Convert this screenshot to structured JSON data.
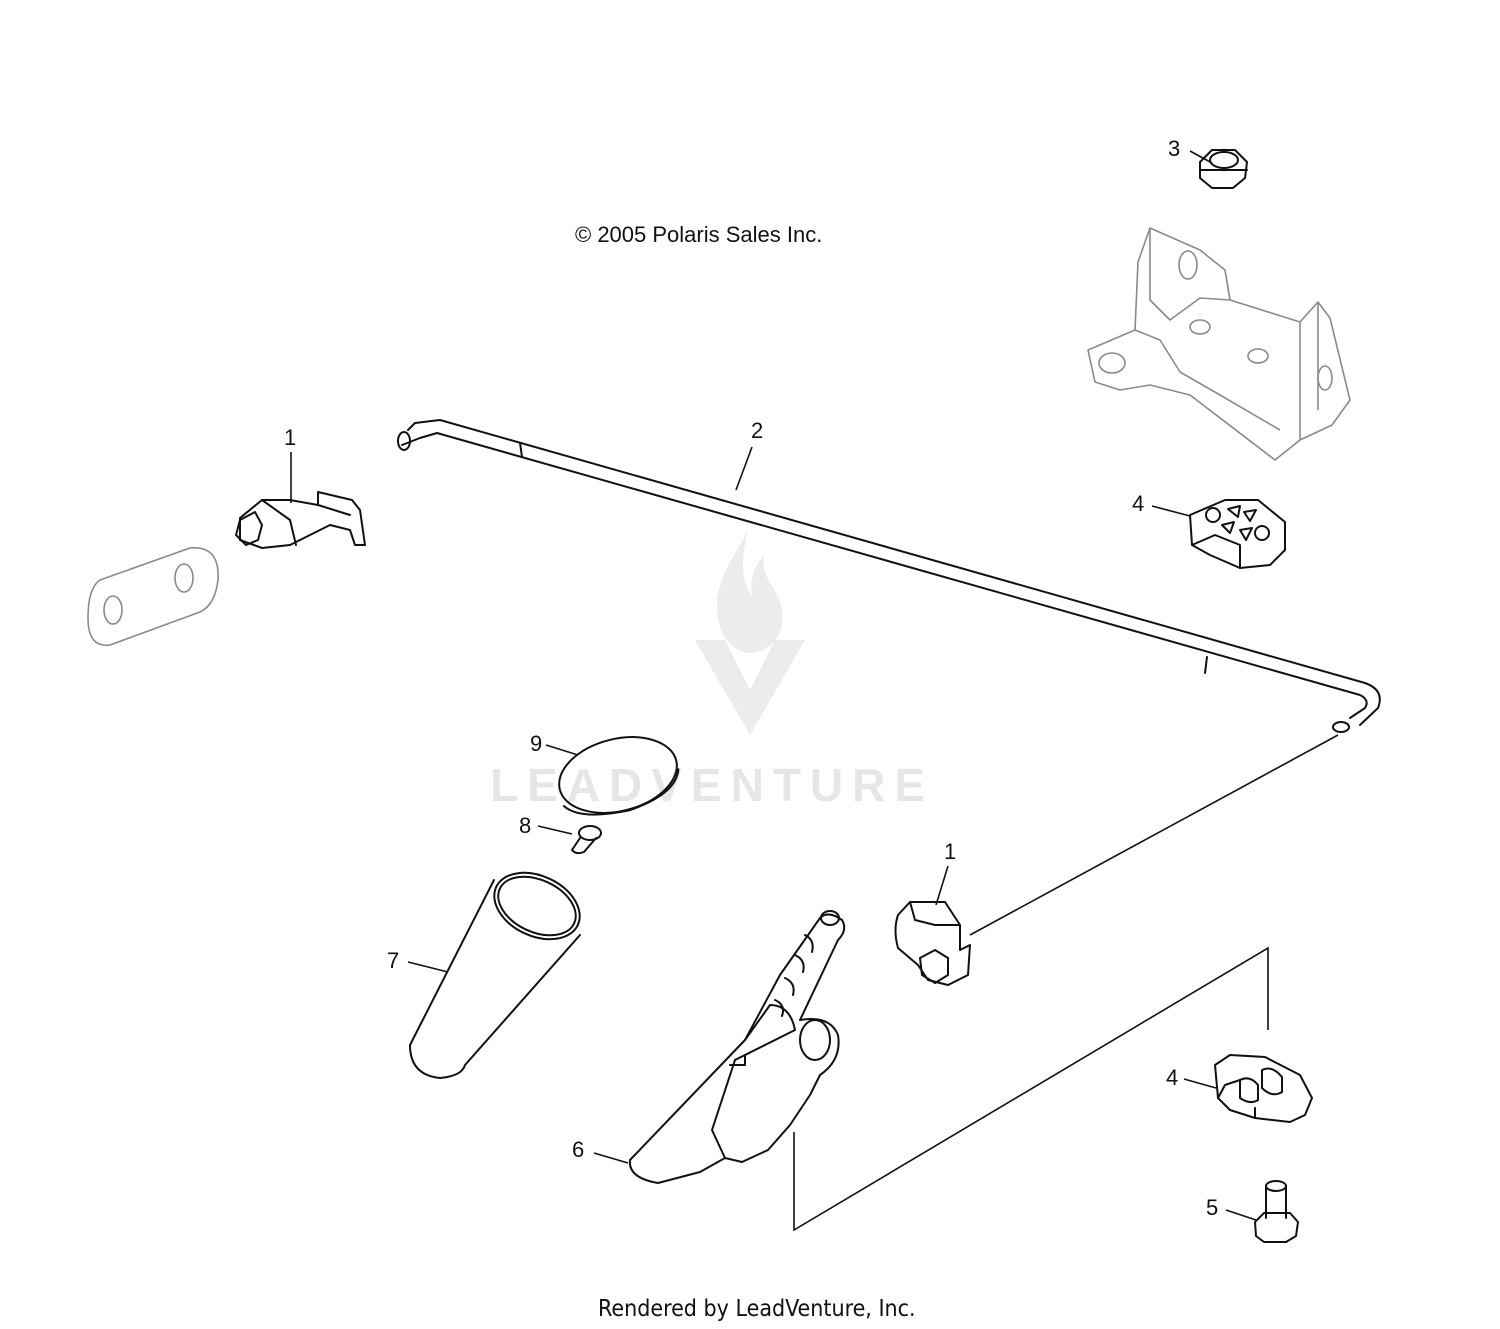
{
  "copyright": "© 2005 Polaris Sales Inc.",
  "footer": "Rendered by LeadVenture, Inc.",
  "watermark": "LEADVENTURE",
  "callouts": {
    "c1a": "1",
    "c1b": "1",
    "c2": "2",
    "c3": "3",
    "c4a": "4",
    "c4b": "4",
    "c5": "5",
    "c6": "6",
    "c7": "7",
    "c8": "8",
    "c9": "9"
  },
  "colors": {
    "line": "#111111",
    "ghost": "#8a8a8a",
    "watermark": "#e6e6e6"
  }
}
